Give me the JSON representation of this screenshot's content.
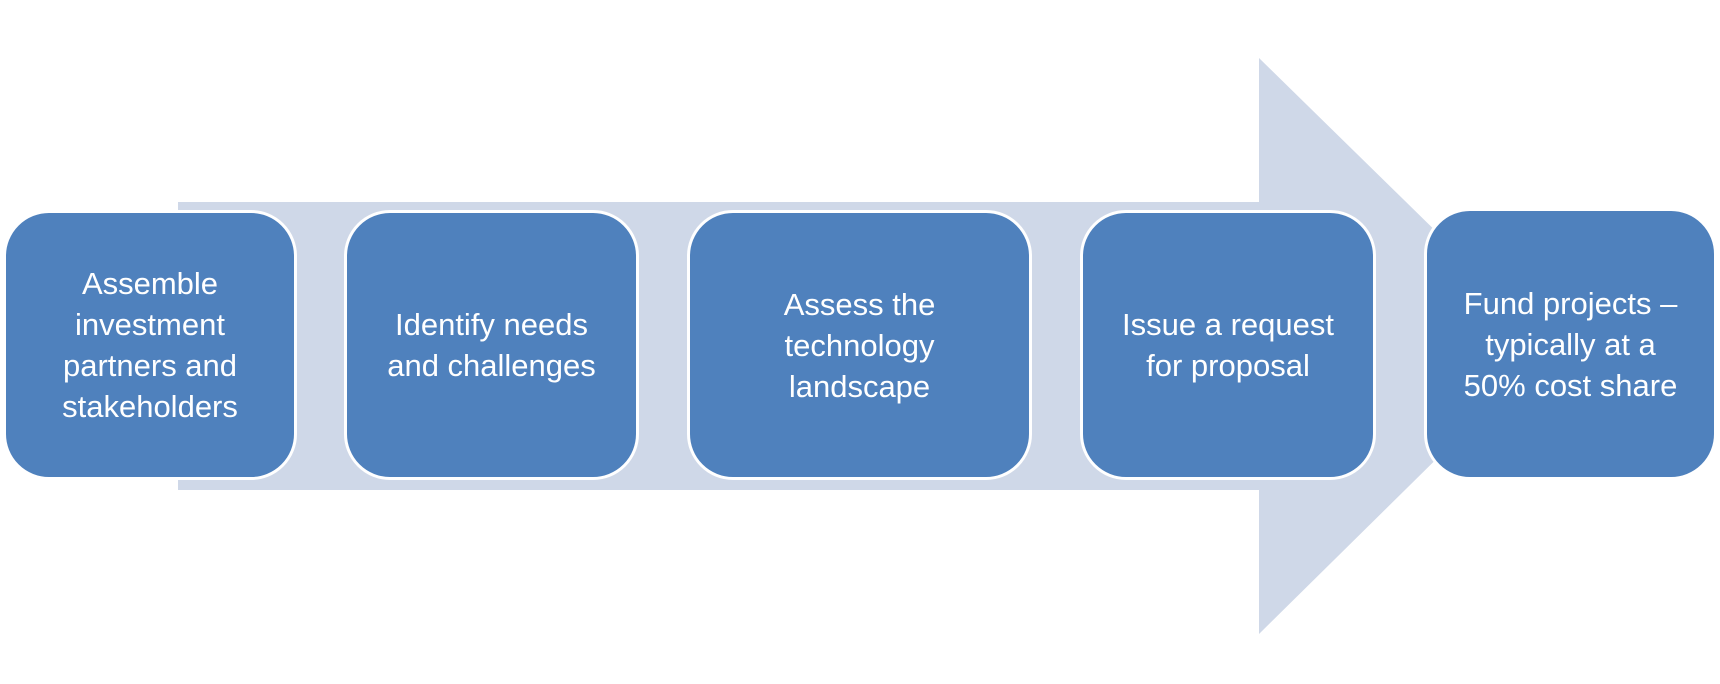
{
  "diagram": {
    "type": "process-flow",
    "colors": {
      "arrow": "#cfd8e8",
      "step_fill": "#4f81bd",
      "step_border": "#ffffff",
      "text": "#ffffff"
    },
    "steps": [
      {
        "label": "Assemble\ninvestment\npartners and\nstakeholders"
      },
      {
        "label": "Identify needs\nand challenges"
      },
      {
        "label": "Assess the\ntechnology\nlandscape"
      },
      {
        "label": "Issue a request\nfor proposal"
      },
      {
        "label": "Fund projects –\ntypically at a\n50% cost share"
      }
    ]
  }
}
